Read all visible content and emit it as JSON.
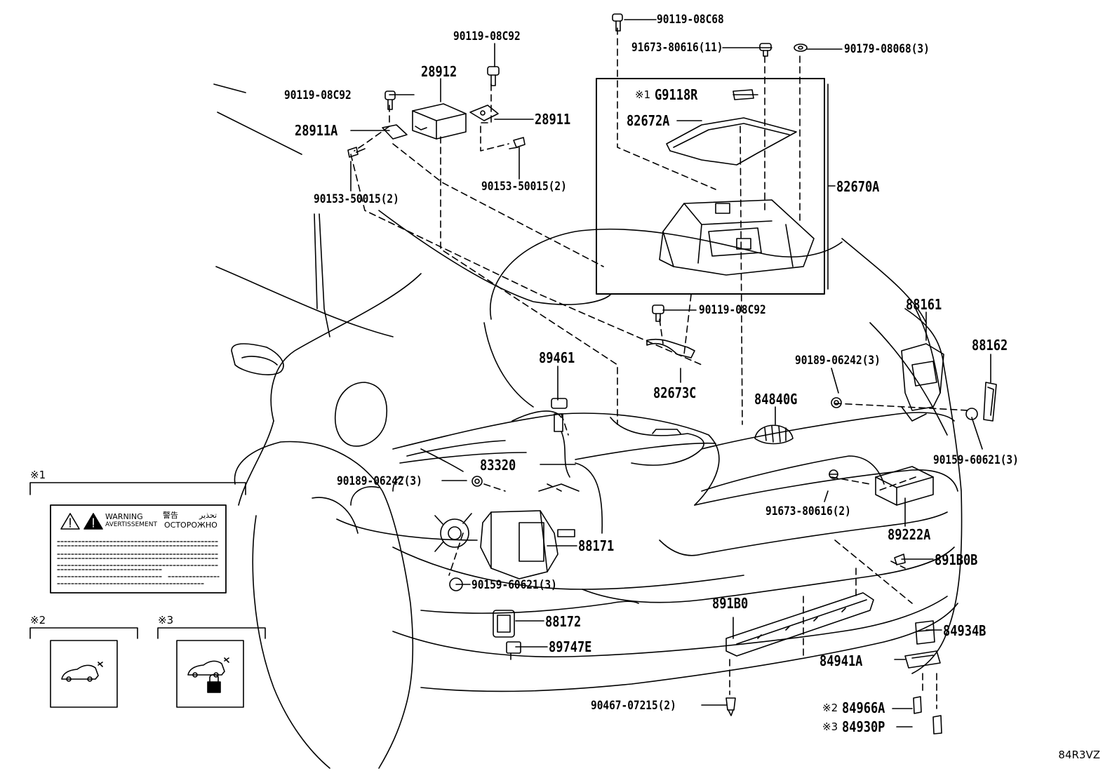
{
  "diagram_code": "84R3VZ",
  "colors": {
    "line": "#000000",
    "background": "#ffffff"
  },
  "parts": {
    "p1": "90119-08C68",
    "p2": "91673-80616(11)",
    "p3": "90179-08068(3)",
    "p4": "90119-08C92",
    "p5": "28912",
    "p6": "90119-08C92",
    "p7": "28911",
    "p8": "28911A",
    "p9": "90153-50015(2)",
    "p10": "90153-50015(2)",
    "p11": "G9118R",
    "p12": "82672A",
    "p13": "82670A",
    "p14": "90119-08C92",
    "p15": "88161",
    "p16": "88162",
    "p17": "89461",
    "p18": "90189-06242(3)",
    "p19": "82673C",
    "p20": "84840G",
    "p21": "90159-60621(3)",
    "p22": "83320",
    "p23": "90189-06242(3)",
    "p24": "91673-80616(2)",
    "p25": "89222A",
    "p26": "88171",
    "p27": "891B0B",
    "p28": "90159-60621(3)",
    "p29": "891B0",
    "p30": "88172",
    "p31": "84934B",
    "p32": "89747E",
    "p33": "84941A",
    "p34": "90467-07215(2)",
    "p35": "84966A",
    "p36": "84930P"
  },
  "notes": {
    "n1": "※1",
    "n2": "※2",
    "n3": "※3",
    "g9118r_mark": "※1",
    "p84966a_mark": "※2",
    "p84930p_mark": "※3"
  },
  "warning_label": {
    "warning": "WARNING",
    "avertissement": "AVERTISSEMENT",
    "jp": "警告",
    "ar": "تحذير",
    "ru": "ОСТОРОЖНО"
  },
  "icons": [
    "warning-triangle-icon",
    "car-icon",
    "car-lock-icon"
  ]
}
